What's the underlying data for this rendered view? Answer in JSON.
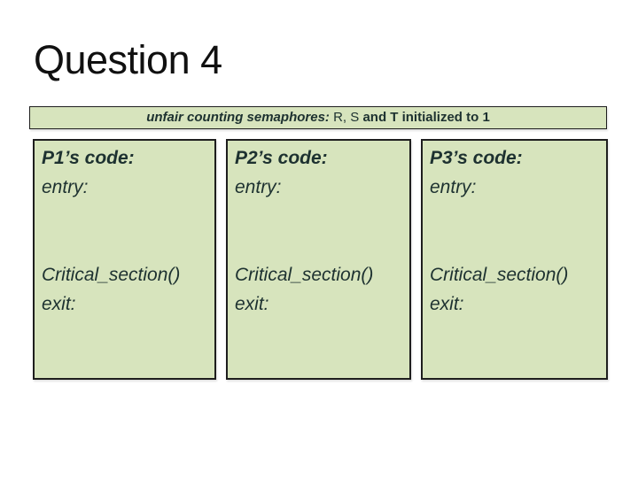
{
  "title": "Question 4",
  "banner": {
    "italic_part": "unfair counting semaphores:",
    "regular_part": " R, S ",
    "bold_part": "and T initialized to 1"
  },
  "boxes": [
    {
      "title": "P1’s code:",
      "entry": "entry:",
      "critical": "Critical_section()",
      "exit": "exit:"
    },
    {
      "title": "P2’s code:",
      "entry": "entry:",
      "critical": "Critical_section()",
      "exit": "exit:"
    },
    {
      "title": "P3’s code:",
      "entry": "entry:",
      "critical": "Critical_section()",
      "exit": "exit:"
    }
  ],
  "colors": {
    "box_fill": "#d7e4bd",
    "box_border": "#1e1e1e",
    "text": "#1d3130",
    "title_text": "#101010"
  }
}
